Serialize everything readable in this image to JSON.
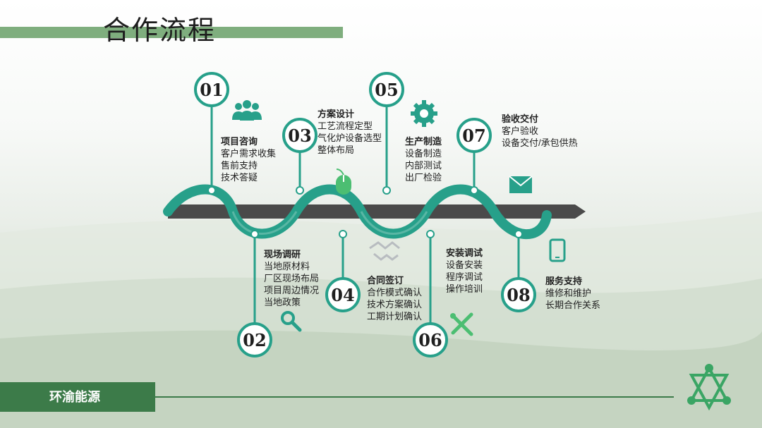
{
  "page_title": "合作流程",
  "footer_label": "环渝能源",
  "colors": {
    "teal": "#27a08a",
    "arrow": "#4a4a4a",
    "green_bar": "#7fae7e",
    "footer": "#3c7b49",
    "icon_green": "#4cbe72"
  },
  "steps": [
    {
      "num": "01",
      "title": "项目咨询",
      "lines": [
        "客户需求收集",
        "售前支持",
        "技术答疑"
      ],
      "icon": "group-icon"
    },
    {
      "num": "02",
      "title": "现场调研",
      "lines": [
        "当地原材料",
        "厂区现场布局",
        "项目周边情况",
        "当地政策"
      ],
      "icon": "magnifier-icon"
    },
    {
      "num": "03",
      "title": "方案设计",
      "lines": [
        "工艺流程定型",
        "气化炉设备选型",
        "整体布局"
      ],
      "icon": "mouse-icon"
    },
    {
      "num": "04",
      "title": "合同签订",
      "lines": [
        "合作模式确认",
        "技术方案确认",
        "工期计划确认"
      ],
      "icon": "handshake-icon"
    },
    {
      "num": "05",
      "title": "生产制造",
      "lines": [
        "设备制造",
        "内部测试",
        "出厂检验"
      ],
      "icon": "gear-icon"
    },
    {
      "num": "06",
      "title": "安装调试",
      "lines": [
        "设备安装",
        "程序调试",
        "操作培训"
      ],
      "icon": "tools-icon"
    },
    {
      "num": "07",
      "title": "验收交付",
      "lines": [
        "客户验收",
        "设备交付/承包供热"
      ],
      "icon": "envelope-icon"
    },
    {
      "num": "08",
      "title": "服务支持",
      "lines": [
        "维修和维护",
        "长期合作关系"
      ],
      "icon": "phone-icon"
    }
  ]
}
